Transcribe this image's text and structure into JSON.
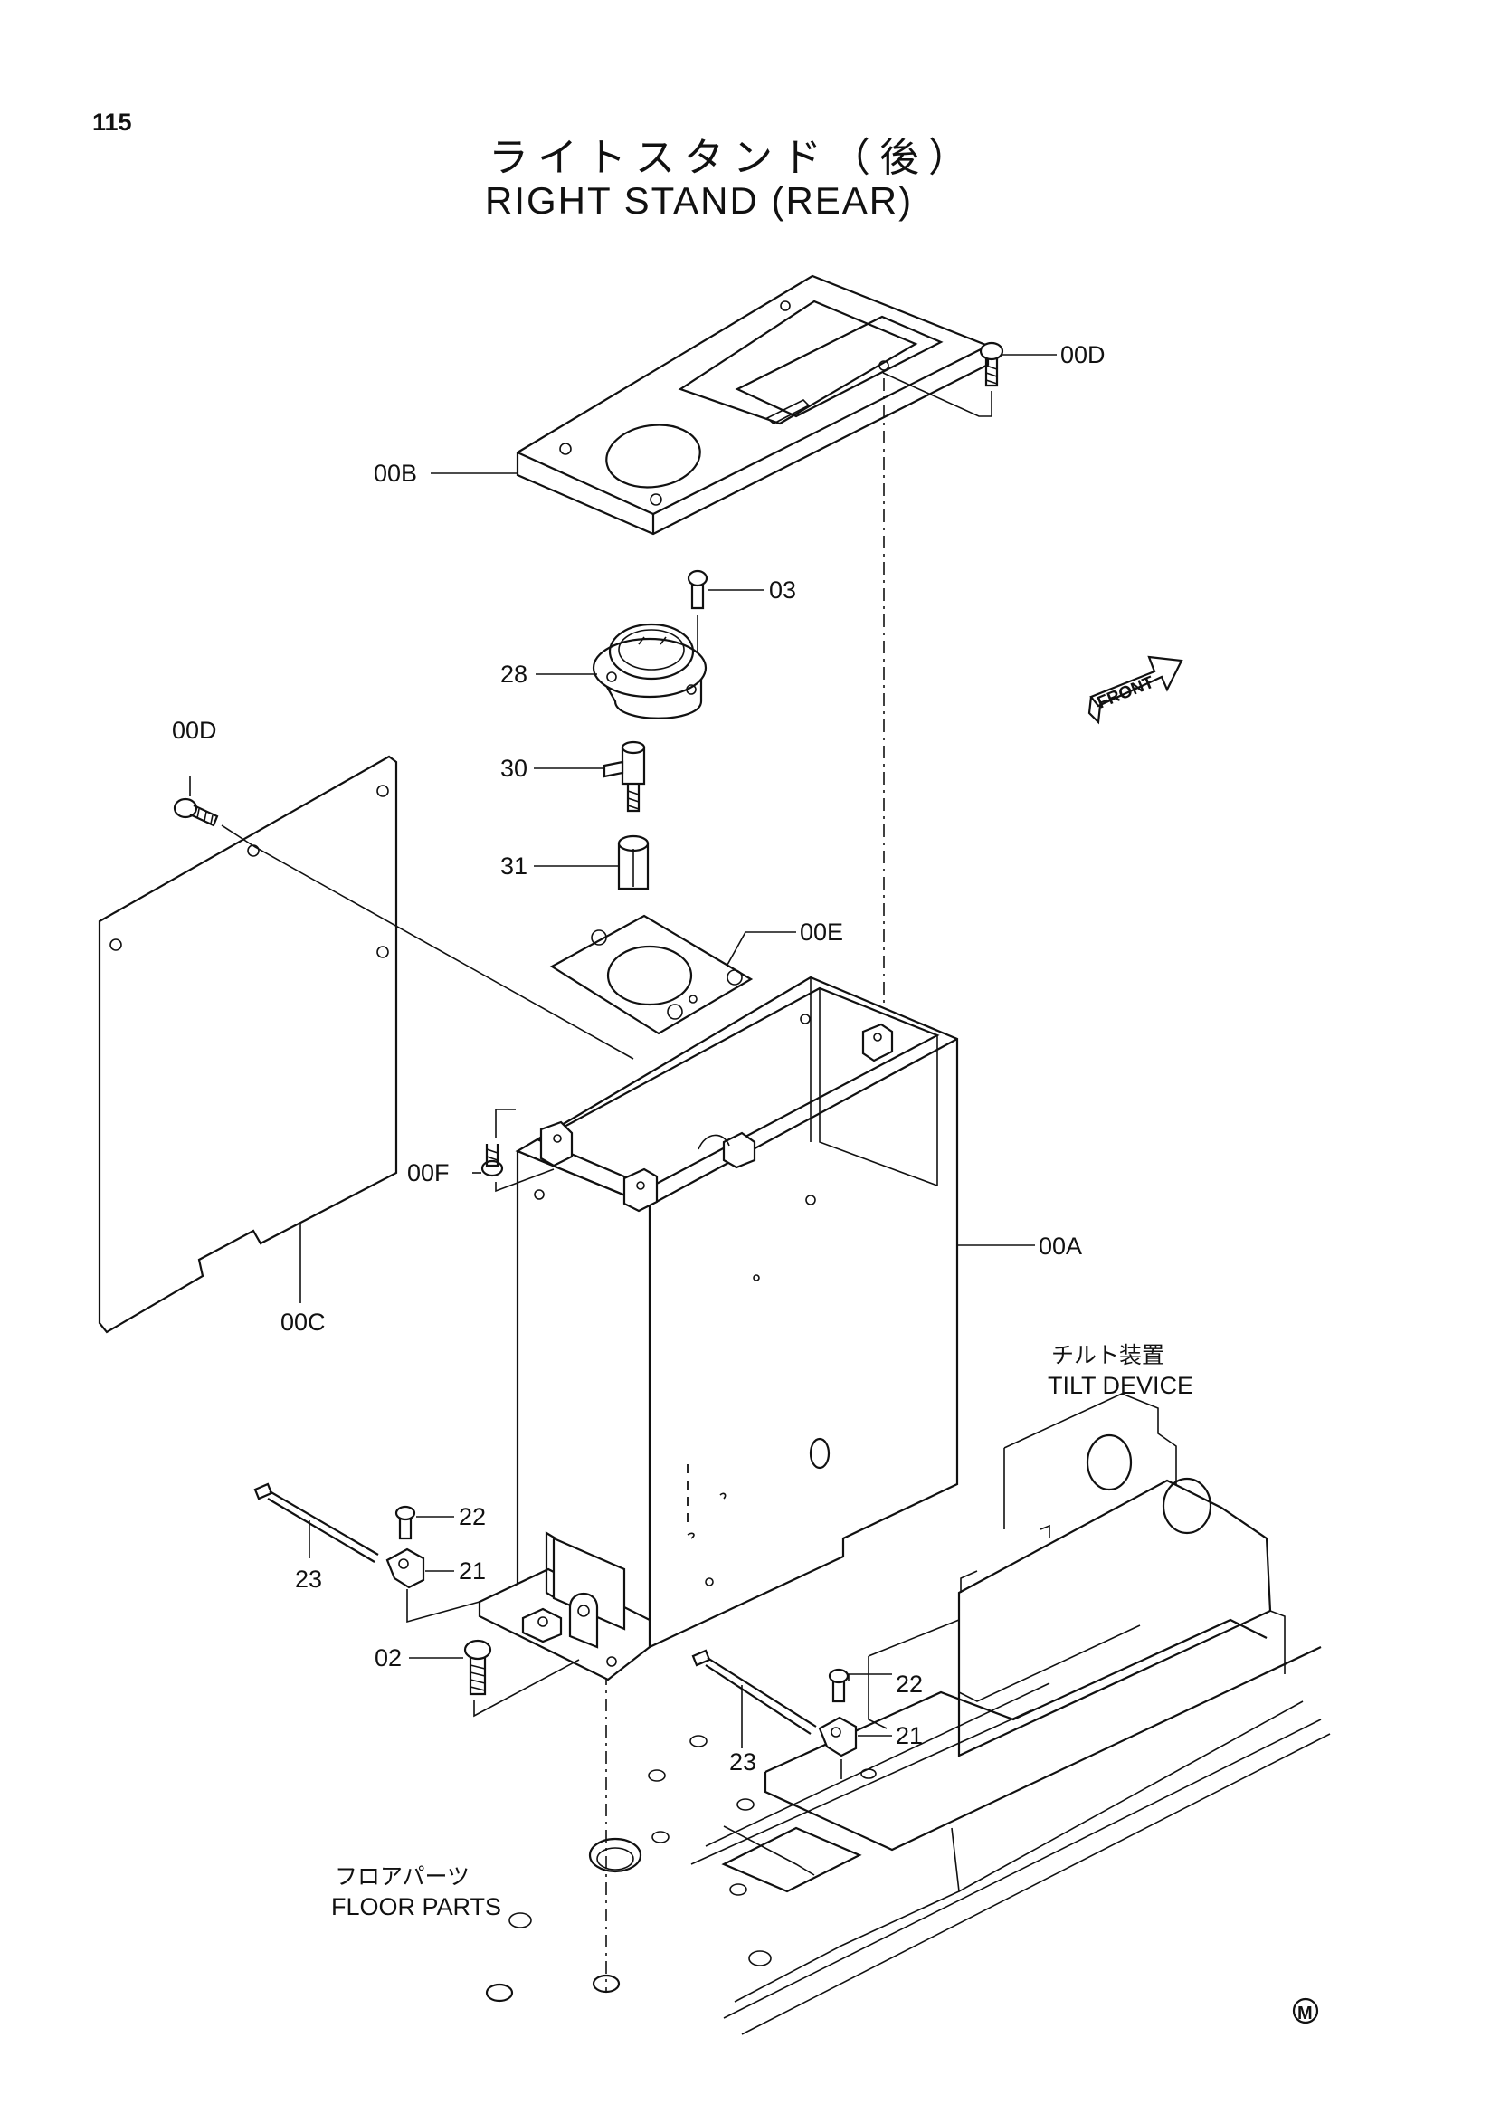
{
  "page_number": "115",
  "title_jp": "ライトスタンド（後）",
  "title_en": "RIGHT STAND (REAR)",
  "front_label": "FRONT",
  "callouts": {
    "c00D_top": "00D",
    "c00B": "00B",
    "c03": "03",
    "c28": "28",
    "c30": "30",
    "c31": "31",
    "c00D_left": "00D",
    "c00E": "00E",
    "c00F": "00F",
    "c00A": "00A",
    "c00C": "00C",
    "c22_left": "22",
    "c21_left": "21",
    "c23_left": "23",
    "c02": "02",
    "c22_right": "22",
    "c21_right": "21",
    "c23_right": "23"
  },
  "tilt_device": {
    "jp": "チルト装置",
    "en": "TILT DEVICE"
  },
  "floor_parts": {
    "jp": "フロアパーツ",
    "en": "FLOOR PARTS"
  },
  "mark": "M"
}
